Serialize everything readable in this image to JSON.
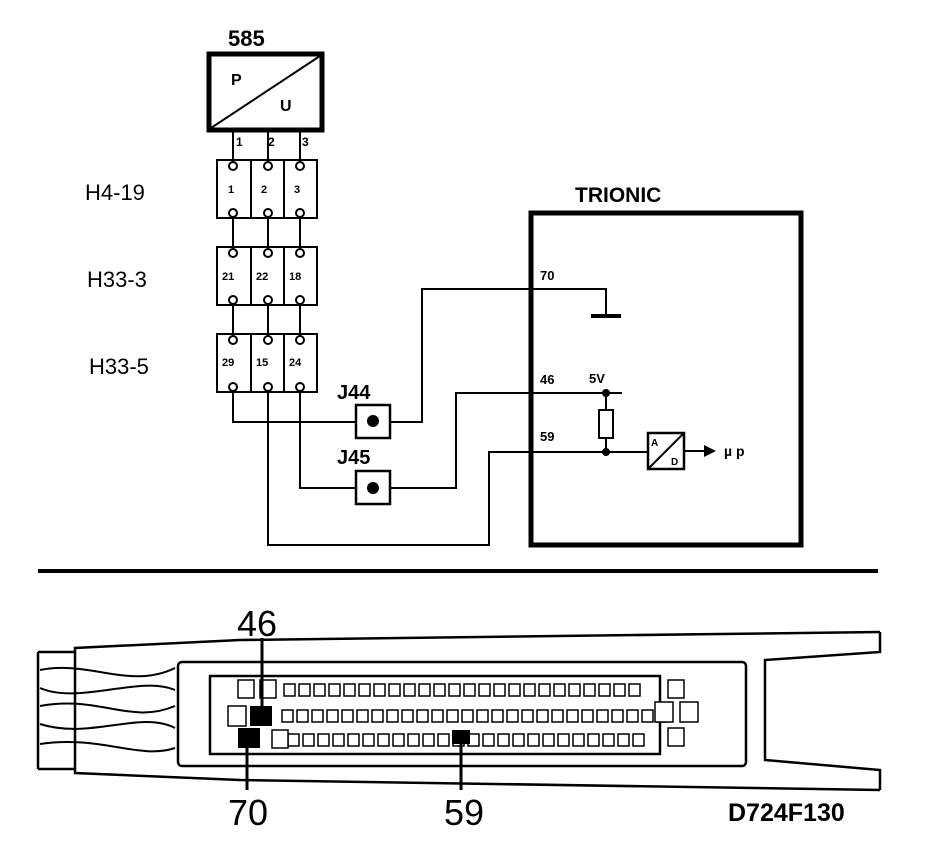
{
  "sensor": {
    "number": "585",
    "input_label": "P",
    "output_label": "U",
    "pins": [
      "1",
      "2",
      "3"
    ]
  },
  "connectors": [
    {
      "name": "H4-19",
      "pins": [
        "1",
        "2",
        "3"
      ]
    },
    {
      "name": "H33-3",
      "pins": [
        "21",
        "22",
        "18"
      ]
    },
    {
      "name": "H33-5",
      "pins": [
        "29",
        "15",
        "24"
      ]
    }
  ],
  "junctions": {
    "j44": "J44",
    "j45": "J45"
  },
  "ecu": {
    "title": "TRIONIC",
    "pin_70": "70",
    "pin_46": "46",
    "pin_59": "59",
    "supply": "5V",
    "adc_a": "A",
    "adc_d": "D",
    "output": "µ p"
  },
  "connector_view": {
    "pin_46": "46",
    "pin_70": "70",
    "pin_59": "59"
  },
  "figure_code": "D724F130"
}
